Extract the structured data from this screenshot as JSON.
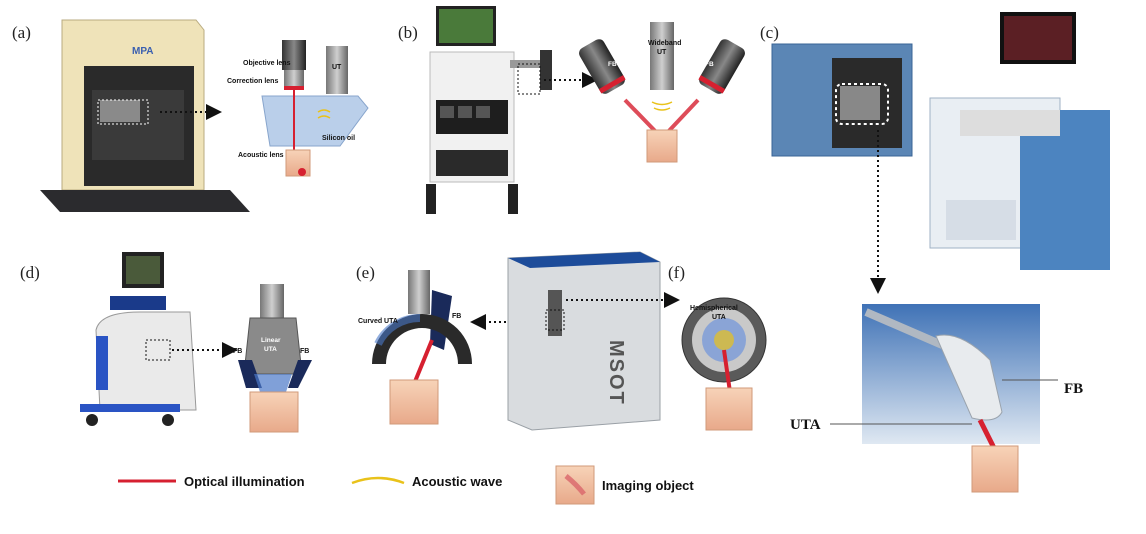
{
  "panels": {
    "a": {
      "label": "(a)",
      "brand": "MPA",
      "callouts": {
        "objective_lens": "Objective lens",
        "correction_lens": "Correction lens",
        "ut": "UT",
        "silicon_oil": "Silicon oil",
        "acoustic_lens": "Acoustic lens"
      }
    },
    "b": {
      "label": "(b)",
      "callouts": {
        "fb_left": "FB",
        "wideband": "Wideband",
        "ut": "UT",
        "fb_right": "FB"
      }
    },
    "c": {
      "label": "(c)",
      "callouts": {
        "fb": "FB",
        "uta": "UTA"
      }
    },
    "d": {
      "label": "(d)",
      "callouts": {
        "linear": "Linear",
        "uta": "UTA",
        "fb_left": "FB",
        "fb_right": "FB"
      }
    },
    "e": {
      "label": "(e)",
      "brand": "MSOT",
      "callouts": {
        "curved_uta": "Curved UTA",
        "fb": "FB"
      }
    },
    "f": {
      "label": "(f)",
      "callouts": {
        "hemispherical": "Hemispherical",
        "uta": "UTA"
      }
    }
  },
  "legend": {
    "optical": "Optical illumination",
    "acoustic": "Acoustic wave",
    "object": "Imaging object"
  },
  "colors": {
    "laser_red": "#d62030",
    "acoustic_yellow": "#e9c21a",
    "tissue": "#f3c7a8",
    "cabinet_blue": "#4c84c0"
  }
}
